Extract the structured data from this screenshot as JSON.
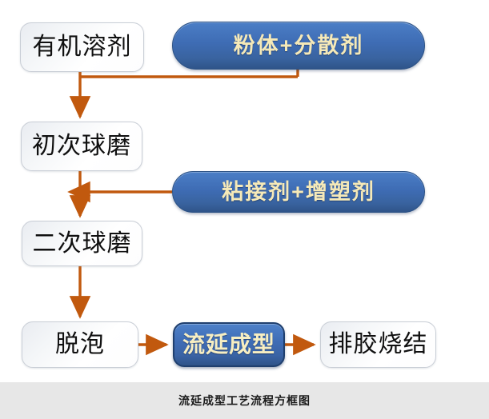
{
  "figure": {
    "caption": "流延成型工艺流程方框图",
    "accent_arrow_color": "#c1590e",
    "pill_fill_color": "#3e6cb4",
    "pill_text_color": "#f5e9b8",
    "light_box_fill_color": "#f4f6f8",
    "light_box_text_color": "#101010",
    "caption_bar_color": "#e7e7e7",
    "background_color": "#ffffff"
  },
  "nodes": {
    "solvent": {
      "label": "有机溶剂",
      "style": "light"
    },
    "powder": {
      "label": "粉体+分散剂",
      "style": "pill"
    },
    "mill1": {
      "label": "初次球磨",
      "style": "light"
    },
    "binder": {
      "label": "粘接剂+增塑剂",
      "style": "pill"
    },
    "mill2": {
      "label": "二次球磨",
      "style": "light"
    },
    "defoam": {
      "label": "脱泡",
      "style": "light"
    },
    "casting": {
      "label": "流延成型",
      "style": "bluebox"
    },
    "sinter": {
      "label": "排胶烧结",
      "style": "light"
    }
  },
  "edges": [
    {
      "from": "solvent",
      "to": "mill1",
      "kind": "merge-down"
    },
    {
      "from": "powder",
      "to": "mill1",
      "kind": "merge-down"
    },
    {
      "from": "mill1",
      "to": "mill2",
      "kind": "down"
    },
    {
      "from": "binder",
      "to": "mill2",
      "kind": "left-into-trunk"
    },
    {
      "from": "mill2",
      "to": "defoam",
      "kind": "down"
    },
    {
      "from": "defoam",
      "to": "casting",
      "kind": "right"
    },
    {
      "from": "casting",
      "to": "sinter",
      "kind": "right"
    }
  ]
}
